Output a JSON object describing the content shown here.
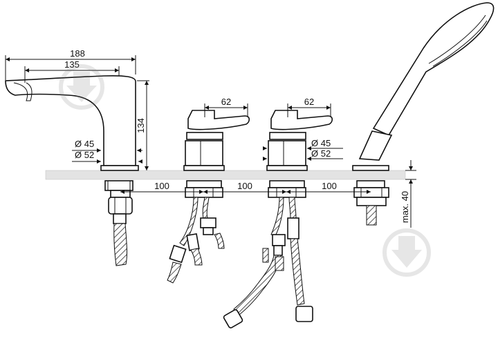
{
  "dimensions": {
    "spout_length": "188",
    "spout_reach": "135",
    "spout_height": "134",
    "handle1_width": "62",
    "handle2_width": "62",
    "dia_small_left": "Ø 45",
    "dia_large_left": "Ø 52",
    "dia_small_right": "Ø 45",
    "dia_large_right": "Ø 52",
    "spacing_1": "100",
    "spacing_2": "100",
    "spacing_3": "100",
    "deck_thickness": "max. 40"
  },
  "watermark_icons": [
    "download-arrow-icon",
    "download-arrow-icon"
  ]
}
